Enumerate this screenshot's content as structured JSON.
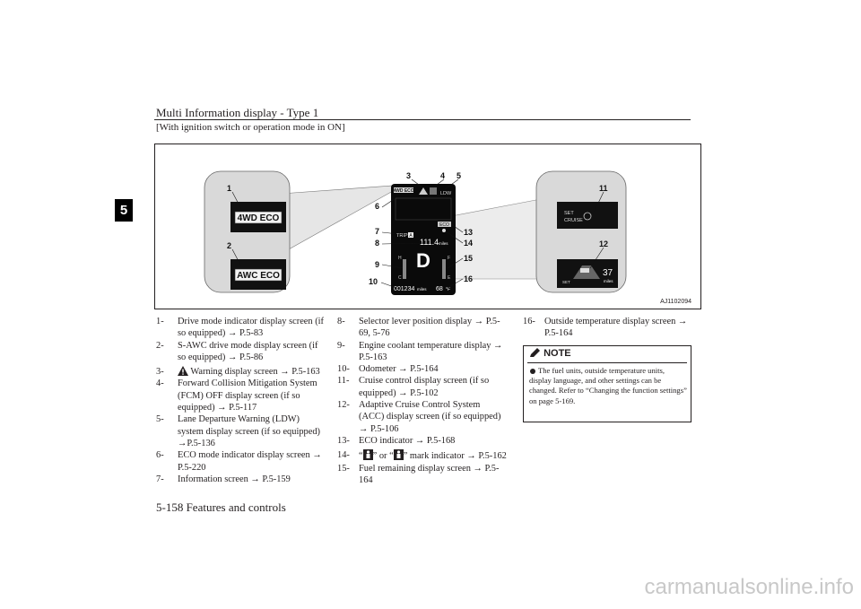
{
  "header": {
    "title": "Multi Information display - Type 1",
    "condition": "[With ignition switch or operation mode in ON]"
  },
  "chapter_tab": "5",
  "figure": {
    "id": "AJ1102094",
    "callouts": [
      "1",
      "2",
      "3",
      "4",
      "5",
      "6",
      "7",
      "8",
      "9",
      "10",
      "11",
      "12",
      "13",
      "14",
      "15",
      "16"
    ],
    "screen_1": "4WD ECO",
    "screen_2": "AWC ECO",
    "center": {
      "mode": "4WD ECO",
      "ldw": "LDW",
      "eco": "ECO",
      "trip_label": "TRIP",
      "trip_letter": "A",
      "trip_value": "111.4",
      "trip_unit": "miles",
      "gear": "D",
      "hot": "H",
      "cold": "C",
      "full": "F",
      "empty": "E",
      "odometer": "001234",
      "odo_unit": "miles",
      "temp": "68",
      "temp_unit": "°F"
    },
    "screen_11": {
      "set": "SET",
      "cruise": "CRUISE"
    },
    "screen_12": {
      "set": "SET",
      "value": "37",
      "unit": "miles"
    }
  },
  "col1": [
    {
      "num": "1-",
      "text": "Drive mode indicator display screen (if so equipped) → P.5-83"
    },
    {
      "num": "2-",
      "text": "S-AWC drive mode display screen (if so equipped) → P.5-86"
    },
    {
      "num": "3-",
      "text": "Warning display screen → P.5-163"
    },
    {
      "num": "4-",
      "text": "Forward Collision Mitigation System (FCM) OFF display screen (if so equipped) → P.5-117"
    },
    {
      "num": "5-",
      "text": "Lane Departure Warning (LDW) system display screen (if so equipped) →P.5-136"
    },
    {
      "num": "6-",
      "text": "ECO mode indicator display screen → P.5-220"
    },
    {
      "num": "7-",
      "text": "Information screen → P.5-159"
    }
  ],
  "col2": [
    {
      "num": "8-",
      "text": "Selector lever position display → P.5-69, 5-76"
    },
    {
      "num": "9-",
      "text": "Engine coolant temperature display → P.5-163"
    },
    {
      "num": "10-",
      "text": "Odometer → P.5-164"
    },
    {
      "num": "11-",
      "text": "Cruise control display screen (if so equipped) → P.5-102"
    },
    {
      "num": "12-",
      "text": "Adaptive Cruise Control System (ACC) display screen (if so equipped) → P.5-106"
    },
    {
      "num": "13-",
      "text": "ECO indicator → P.5-168"
    },
    {
      "num": "14-",
      "text_a": "“",
      "text_b": "” or “",
      "text_c": "” mark indicator → P.5-162"
    },
    {
      "num": "15-",
      "text": "Fuel remaining display screen → P.5-164"
    }
  ],
  "col3": [
    {
      "num": "16-",
      "text": "Outside temperature display screen → P.5-164"
    }
  ],
  "note": {
    "title": "NOTE",
    "text": "The fuel units, outside temperature units, display language, and other settings can be changed. Refer to “Changing the function settings” on page 5-169."
  },
  "footer": "5-158    Features and controls",
  "watermark": "carmanualsonline.info"
}
